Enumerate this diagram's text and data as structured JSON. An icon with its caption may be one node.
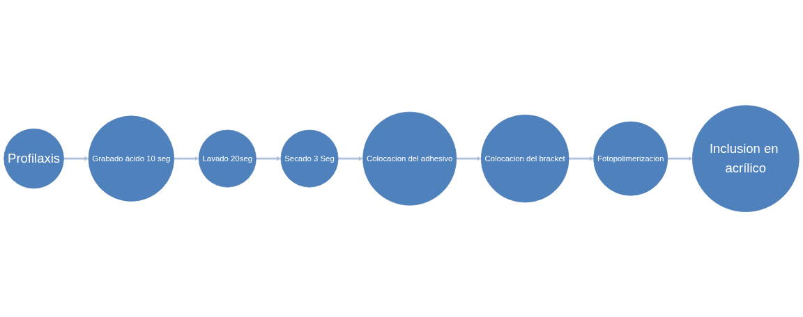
{
  "diagram": {
    "nodes": [
      {
        "text": [
          "Profilaxis"
        ]
      },
      {
        "text": [
          "Grabado ácido 10 seg"
        ]
      },
      {
        "text": [
          "Lavado 20seg"
        ]
      },
      {
        "text": [
          "Secado 3 Seg"
        ]
      },
      {
        "text": [
          "Colocacion del adhesivo"
        ]
      },
      {
        "text": [
          "Colocacion del bracket"
        ]
      },
      {
        "text": [
          "Fotopolimerizacion"
        ]
      },
      {
        "text": [
          "Inclusion en acrílico"
        ]
      }
    ],
    "edges": [
      {
        "from": 0,
        "to": 1,
        "arrow": "to"
      },
      {
        "from": 1,
        "to": 2,
        "arrow": "to"
      },
      {
        "from": 2,
        "to": 3,
        "arrow": "to"
      },
      {
        "from": 3,
        "to": 4,
        "arrow": "to"
      },
      {
        "from": 4,
        "to": 5,
        "arrow": "to"
      },
      {
        "from": 5,
        "to": 6,
        "arrow": "to"
      },
      {
        "from": 6,
        "to": 7,
        "arrow": "to"
      }
    ]
  }
}
